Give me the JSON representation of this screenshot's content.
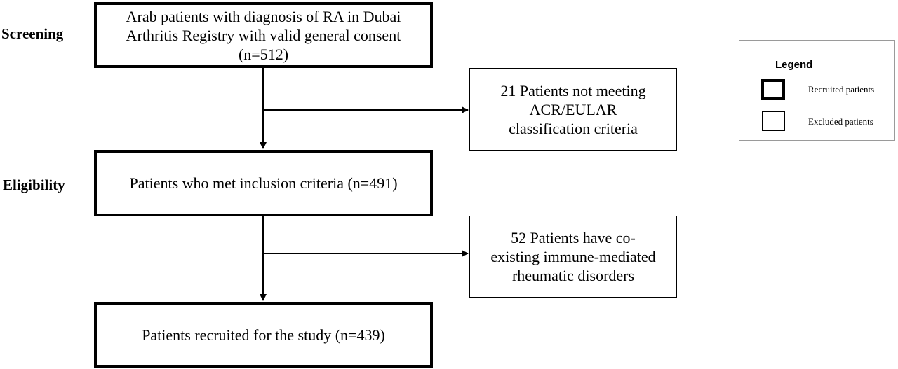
{
  "stages": {
    "screening": "Screening",
    "eligibility": "Eligibility"
  },
  "boxes": {
    "screening_box": [
      "Arab patients with diagnosis of RA in Dubai",
      "Arthritis Registry with valid general consent",
      "(n=512)"
    ],
    "exclusion_1": [
      "21 Patients not meeting",
      "ACR/EULAR",
      "classification criteria"
    ],
    "eligibility_box": [
      "Patients who met inclusion criteria (n=491)"
    ],
    "exclusion_2": [
      "52 Patients have co-",
      "existing immune-mediated",
      "rheumatic disorders"
    ],
    "recruited_box": [
      "Patients recruited for the study (n=439)"
    ]
  },
  "legend": {
    "title": "Legend",
    "recruited": "Recruited patients",
    "excluded": "Excluded patients"
  }
}
